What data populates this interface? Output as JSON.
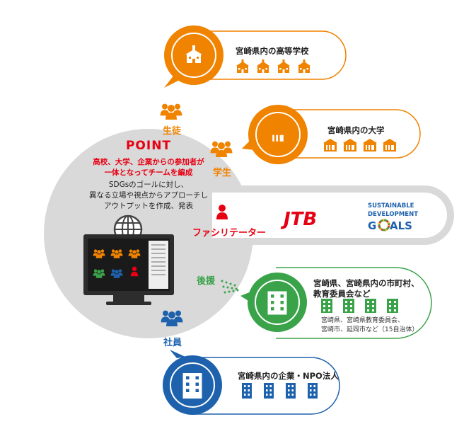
{
  "point": {
    "title": "POINT",
    "red_line1": "高校、大学、企業からの参加者が",
    "red_line2": "一体となってチームを編成",
    "black_line1": "SDGsのゴールに対し、",
    "black_line2": "異なる立場や視点からアプローチし",
    "black_line3": "アウトプットを作成、発表"
  },
  "roles": {
    "students_hs": "生徒",
    "students_univ": "学生",
    "facilitator": "ファシリテーター",
    "support": "後援",
    "employees": "社員"
  },
  "institutions": {
    "high_school": "宮崎県内の高等学校",
    "university": "宮崎県内の大学",
    "government_line1": "宮崎県、宮崎県内の市町村、",
    "government_line2": "教育委員会など",
    "government_note1": "宮崎県、宮崎県教育委員会、",
    "government_note2": "宮崎市、延岡市など（15自治体）",
    "companies": "宮崎県内の企業・NPO法人"
  },
  "logos": {
    "jtb": "JTB",
    "sdgs_line1": "SUSTAINABLE",
    "sdgs_line2": "DEVELOPMENT",
    "sdgs_goals_g": "G",
    "sdgs_goals_als": "ALS"
  },
  "colors": {
    "orange": "#f08300",
    "green": "#3aa34a",
    "blue": "#1e62ad",
    "red": "#e60012",
    "gray": "#d9d9d9",
    "dark_gray": "#bfbfbf"
  },
  "icons": {
    "high_school": "school-building-icon",
    "university": "university-building-icon",
    "government": "office-building-icon",
    "companies": "office-tower-icon",
    "people": "people-group-icon",
    "person": "person-icon",
    "globe": "globe-icon",
    "monitor": "monitor-icon"
  }
}
